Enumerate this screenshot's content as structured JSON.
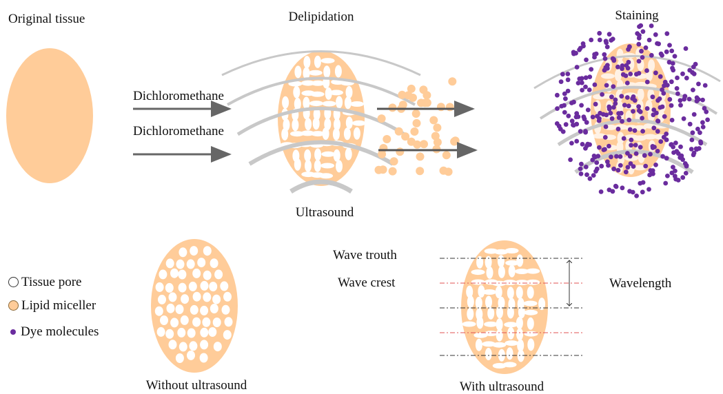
{
  "stages": {
    "original": "Original tissue",
    "delipidation": "Delipidation",
    "staining": "Staining"
  },
  "reagents": [
    "Dichloromethane",
    "Dichloromethane"
  ],
  "ultrasound_label": "Ultrasound",
  "legend": {
    "pore": "Tissue pore",
    "lipid": "Lipid miceller",
    "dye": "Dye molecules"
  },
  "comparison": {
    "without": "Without ultrasound",
    "with": "With ultrasound",
    "wave_trough": "Wave trouth",
    "wave_crest": "Wave crest",
    "wavelength": "Wavelength"
  },
  "colors": {
    "tissue": "#ffcc99",
    "pore": "#ffffff",
    "dye": "#6a2c9e",
    "arrow": "#666666",
    "wave": "#c8c8c8",
    "trough_line": "#333333",
    "crest_line": "#e05050"
  }
}
